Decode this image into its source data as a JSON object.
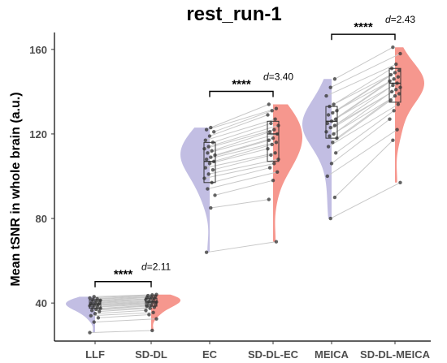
{
  "chart_data": {
    "type": "violin",
    "title": "rest_run-1",
    "ylabel": "Mean tSNR in whole brain (a.u.)",
    "xlabel": "",
    "ylim": [
      22,
      168
    ],
    "yticks": [
      "40",
      "80",
      "120",
      "160"
    ],
    "categories": [
      "LLF",
      "SD-DL",
      "EC",
      "SD-DL-EC",
      "MEICA",
      "SD-DL-MEICA"
    ],
    "colors": {
      "baseline": "#b7b3de",
      "sd_dl": "#f4857a",
      "point": "#333333",
      "line": "#c8c8c8"
    },
    "series": [
      {
        "values": [
          [
            26,
            31,
            33,
            34,
            35,
            36,
            36.5,
            37,
            37.5,
            38,
            38.3,
            38.7,
            39,
            39.3,
            39.6,
            40,
            40.3,
            40.6,
            41,
            41.3,
            41.7,
            42,
            42.4,
            43
          ],
          [
            27,
            32.5,
            34.5,
            35.5,
            36.5,
            37.5,
            38,
            38.5,
            39,
            39.5,
            39.8,
            40.2,
            40.5,
            40.8,
            41.2,
            41.6,
            41.9,
            42.2,
            42.6,
            42.9,
            43.2,
            43.5,
            43.8,
            44
          ]
        ]
      },
      {
        "values": [
          [
            64,
            85,
            91,
            94,
            97,
            99,
            101,
            103,
            104,
            106,
            107,
            108,
            109,
            110,
            111,
            112,
            113,
            114,
            116,
            117,
            119,
            121,
            122,
            123
          ],
          [
            69,
            89,
            98,
            102,
            104,
            106,
            108,
            110,
            111,
            113,
            115,
            116,
            117,
            118,
            120,
            121,
            122,
            124,
            125,
            127,
            129,
            131,
            132,
            134
          ]
        ]
      },
      {
        "values": [
          [
            80,
            90,
            100,
            106,
            111,
            114,
            116,
            118,
            119,
            120,
            121,
            123,
            124,
            125,
            126,
            127,
            129,
            130,
            131,
            133,
            134,
            138,
            142,
            146
          ],
          [
            97,
            117,
            122,
            127,
            131,
            134,
            136,
            138,
            139,
            140,
            141,
            142,
            143,
            144,
            145,
            146,
            147,
            148,
            149,
            150,
            151,
            153,
            158,
            161
          ]
        ]
      }
    ],
    "boxes": [
      {
        "q1": 37.5,
        "median": 39.5,
        "q3": 41.5
      },
      {
        "q1": 38.5,
        "median": 40.5,
        "q3": 42.3
      },
      {
        "q1": 97,
        "median": 107,
        "q3": 116
      },
      {
        "q1": 107,
        "median": 120,
        "q3": 126
      },
      {
        "q1": 118,
        "median": 126,
        "q3": 133
      },
      {
        "q1": 135,
        "median": 144,
        "q3": 151
      }
    ],
    "annotations": [
      {
        "pair": [
          "LLF",
          "SD-DL"
        ],
        "stars": "****",
        "effect_prefix": "d",
        "effect_value": "=2.11"
      },
      {
        "pair": [
          "EC",
          "SD-DL-EC"
        ],
        "stars": "****",
        "effect_prefix": "d",
        "effect_value": "=3.40"
      },
      {
        "pair": [
          "MEICA",
          "SD-DL-MEICA"
        ],
        "stars": "****",
        "effect_prefix": "d",
        "effect_value": "=2.43"
      }
    ]
  }
}
